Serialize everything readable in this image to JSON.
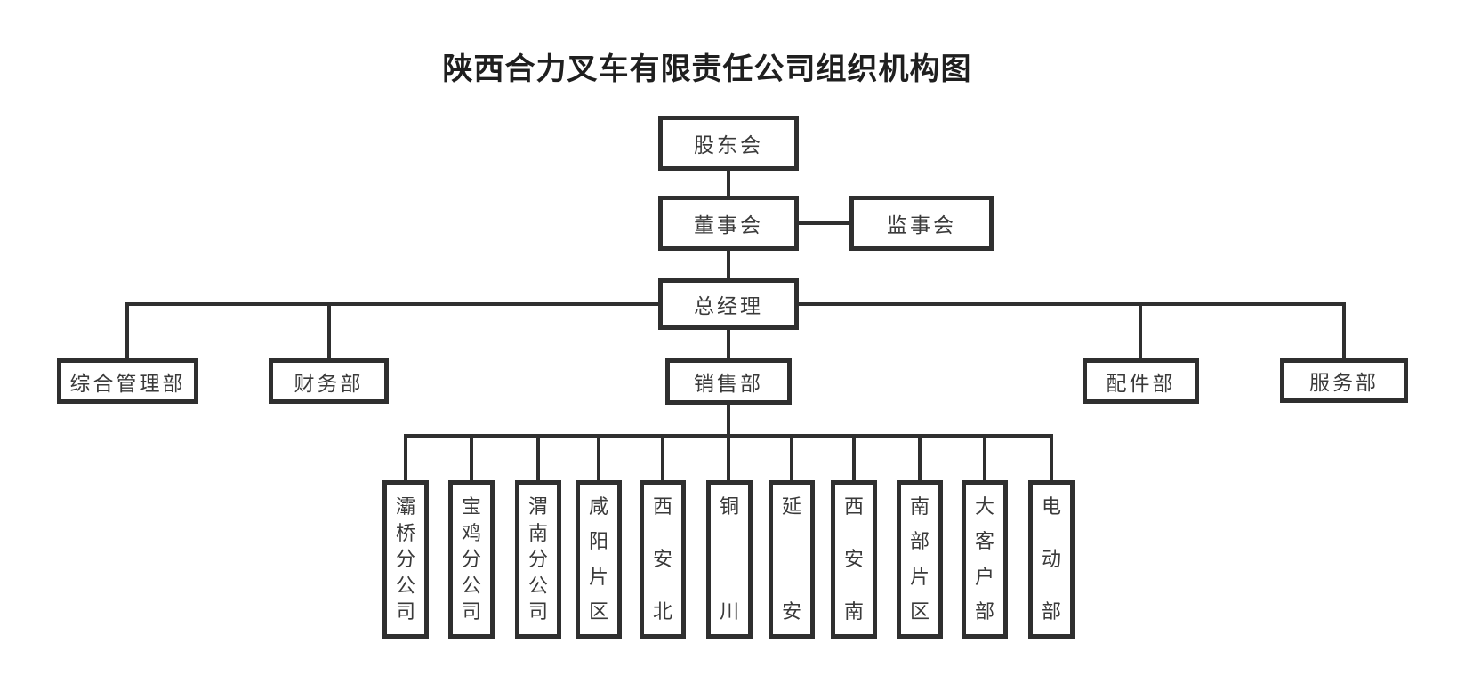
{
  "title": "陕西合力叉车有限责任公司组织机构图",
  "colors": {
    "line": "#2f2f2f",
    "node_text": "#3a3a3a",
    "title_text": "#1f1f1f"
  },
  "org": {
    "shareholders": {
      "label": "股东会"
    },
    "board": {
      "label": "董事会"
    },
    "supervisory": {
      "label": "监事会"
    },
    "general_manager": {
      "label": "总经理"
    },
    "departments": [
      {
        "label": "综合管理部"
      },
      {
        "label": "财务部"
      },
      {
        "label": "销售部"
      },
      {
        "label": "配件部"
      },
      {
        "label": "服务部"
      }
    ],
    "sales_subunits": [
      {
        "label": "灞桥分公司"
      },
      {
        "label": "宝鸡分公司"
      },
      {
        "label": "渭南分公司"
      },
      {
        "label": "咸阳片区"
      },
      {
        "label": "西安北"
      },
      {
        "label": "铜川"
      },
      {
        "label": "延安"
      },
      {
        "label": "西安南"
      },
      {
        "label": "南部片区"
      },
      {
        "label": "大客户部"
      },
      {
        "label": "电动部"
      }
    ]
  }
}
